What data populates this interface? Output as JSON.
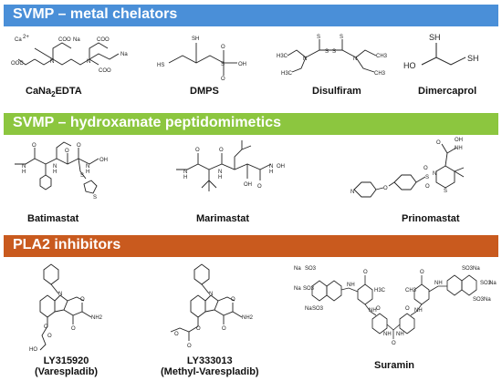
{
  "sections": [
    {
      "title": "SVMP – metal chelators",
      "color": "#4a8fd8"
    },
    {
      "title": "SVMP – hydroxamate peptidomimetics",
      "color": "#8cc63f"
    },
    {
      "title": "PLA2 inhibitors",
      "color": "#c95a1e"
    }
  ],
  "compounds": {
    "edta": {
      "label_main": "CaNa",
      "label_sub": "2",
      "label_end": "EDTA"
    },
    "dmps": {
      "label": "DMPS"
    },
    "disulfiram": {
      "label": "Disulfiram"
    },
    "dimercaprol": {
      "label": "Dimercaprol"
    },
    "batimastat": {
      "label": "Batimastat"
    },
    "marimastat": {
      "label": "Marimastat"
    },
    "prinomastat": {
      "label": "Prinomastat"
    },
    "ly315920": {
      "label_line1": "LY315920",
      "label_line2": "(Varespladib)"
    },
    "ly333013": {
      "label_line1": "LY333013",
      "label_line2": "(Methyl-Varespladib)"
    },
    "suramin": {
      "label": "Suramin"
    }
  },
  "atom_text": {
    "edta": [
      "Ca",
      "2+",
      "OOC",
      "COO",
      "Na",
      "COO",
      "COO",
      "Na",
      "N",
      "N"
    ],
    "dmps": [
      "SH",
      "HS",
      "O",
      "S",
      "O",
      "OH"
    ],
    "disulfiram": [
      "S",
      "S",
      "S",
      "S",
      "N",
      "N",
      "H3C",
      "CH3",
      "H3C",
      "CH3"
    ],
    "dimercaprol": [
      "SH",
      "HO",
      "SH"
    ],
    "batimastat": [
      "O",
      "O",
      "O",
      "N",
      "H",
      "N",
      "H",
      "N",
      "H",
      "OH",
      "S",
      "S"
    ],
    "marimastat": [
      "O",
      "O",
      "O",
      "N",
      "H",
      "N",
      "H",
      "N",
      "H",
      "OH",
      "OH"
    ],
    "prinomastat": [
      "OH",
      "NH",
      "O",
      "O",
      "S",
      "O",
      "N",
      "S",
      "N",
      "O"
    ],
    "ly315920": [
      "N",
      "O",
      "O",
      "NH2",
      "O",
      "HO",
      "O"
    ],
    "ly333013": [
      "N",
      "O",
      "O",
      "NH2",
      "O",
      "O",
      "O"
    ],
    "suramin": [
      "Na",
      "SO3",
      "Na",
      "SO3",
      "SO3",
      "Na",
      "SO3",
      "Na",
      "SO3",
      "Na",
      "SO3",
      "Na",
      "O",
      "O",
      "NH",
      "NH",
      "H3C",
      "CH3",
      "NH",
      "NH",
      "O",
      "O",
      "NH",
      "NH",
      "O"
    ]
  }
}
